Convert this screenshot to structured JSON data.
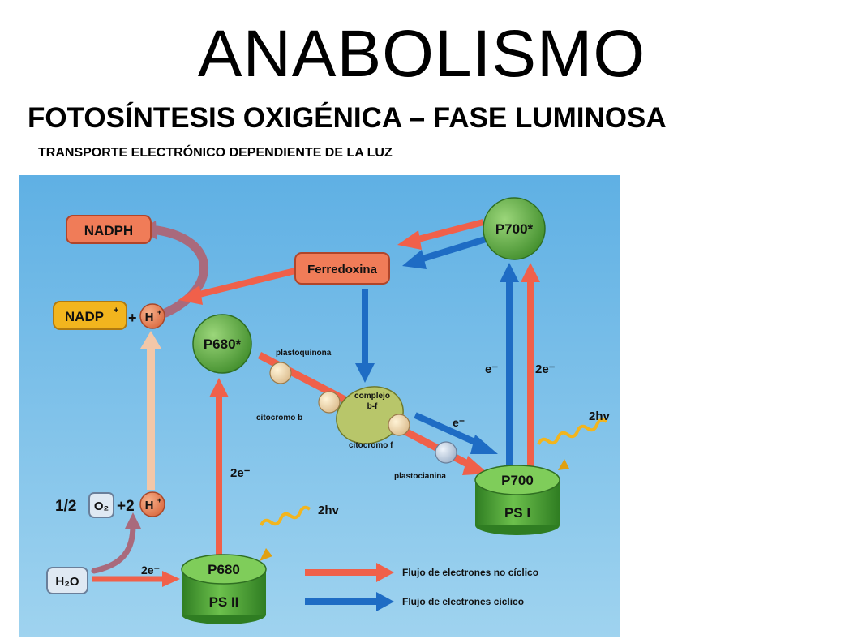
{
  "header": {
    "title": "ANABOLISMO",
    "subtitle": "FOTOSÍNTESIS OXIGÉNICA – FASE LUMINOSA",
    "caption": "TRANSPORTE ELECTRÓNICO DEPENDIENTE DE LA LUZ"
  },
  "nodes": {
    "nadph": "NADPH",
    "nadp": "NADP",
    "nadp_sup": "+",
    "plus": "+",
    "h": "H",
    "h_sup": "+",
    "ferredoxina": "Ferredoxina",
    "p700_star": "P700*",
    "p680_star": "P680*",
    "plastoquinona": "plastoquinona",
    "complejo": "complejo",
    "bf": "b-f",
    "citocromo_b": "citocromo b",
    "citocromo_f": "citocromo f",
    "plastocianina": "plastocianina",
    "p700": "P700",
    "ps1": "PS I",
    "p680": "P680",
    "ps2": "PS II",
    "half": "1/2",
    "o2": "O₂",
    "plus2": "+2",
    "h2o": "H₂O"
  },
  "labels": {
    "e_minus": "e⁻",
    "two_e": "2e⁻",
    "two_hv": "2hv"
  },
  "legend": {
    "noncyclic": "Flujo de electrones no cíclico",
    "cyclic": "Flujo de electrones cíclico"
  },
  "colors": {
    "background": "#86c3e8",
    "noncyclic_arrow": "#f0604a",
    "cyclic_arrow": "#1e6cc4",
    "green": "#4e9e35",
    "orange_box": "#f07c58",
    "yellow_box": "#f2b51e"
  }
}
